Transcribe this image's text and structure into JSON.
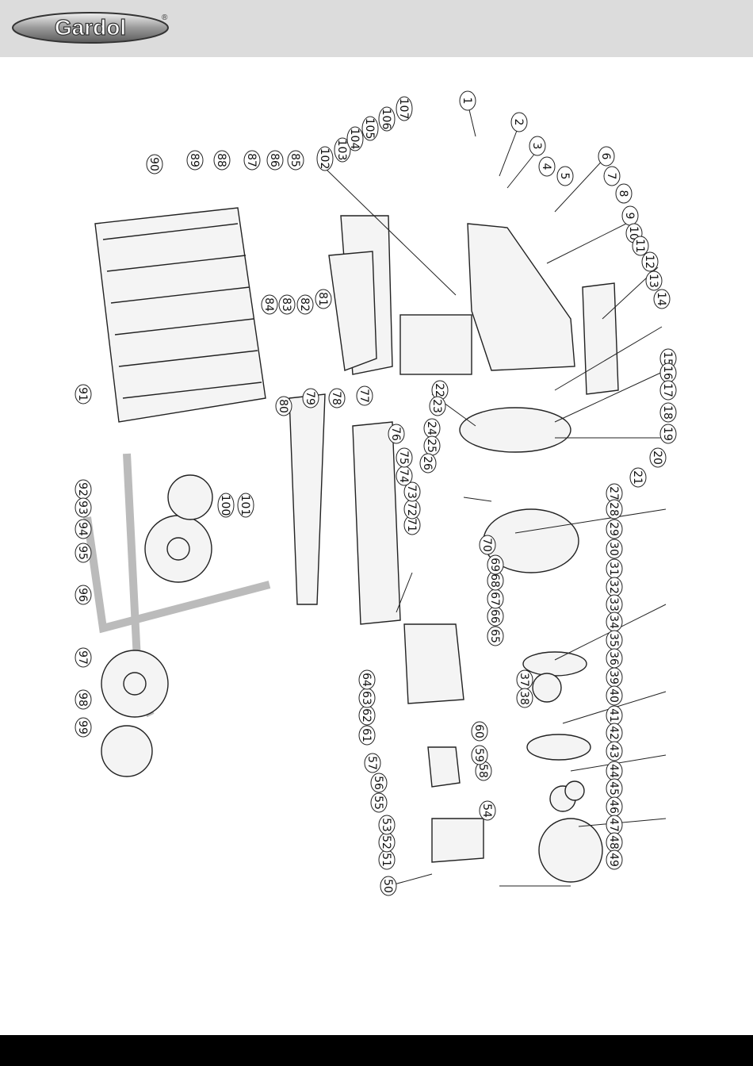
{
  "brand": {
    "logo_text": "Gardol",
    "registered_mark": "®"
  },
  "colors": {
    "header_bg": "#dcdcdc",
    "footer_bg": "#000000",
    "line": "#222222",
    "part_fill": "#f4f4f4"
  },
  "diagram": {
    "part_numbers": [
      "1",
      "2",
      "3",
      "4",
      "5",
      "6",
      "7",
      "8",
      "9",
      "10",
      "11",
      "12",
      "13",
      "14",
      "15",
      "16",
      "17",
      "18",
      "19",
      "20",
      "21",
      "22",
      "23",
      "24",
      "25",
      "26",
      "27",
      "28",
      "29",
      "30",
      "31",
      "32",
      "33",
      "34",
      "35",
      "36",
      "37",
      "38",
      "39",
      "40",
      "41",
      "42",
      "43",
      "44",
      "45",
      "46",
      "47",
      "48",
      "49",
      "50",
      "51",
      "52",
      "53",
      "54",
      "55",
      "56",
      "57",
      "58",
      "59",
      "60",
      "61",
      "62",
      "63",
      "64",
      "65",
      "66",
      "67",
      "68",
      "69",
      "70",
      "71",
      "72",
      "73",
      "74",
      "75",
      "76",
      "77",
      "78",
      "79",
      "80",
      "81",
      "82",
      "83",
      "84",
      "85",
      "86",
      "87",
      "88",
      "89",
      "90",
      "91",
      "92",
      "93",
      "94",
      "95",
      "96",
      "97",
      "98",
      "99",
      "100",
      "101",
      "102",
      "103",
      "104",
      "105",
      "106",
      "107"
    ]
  }
}
